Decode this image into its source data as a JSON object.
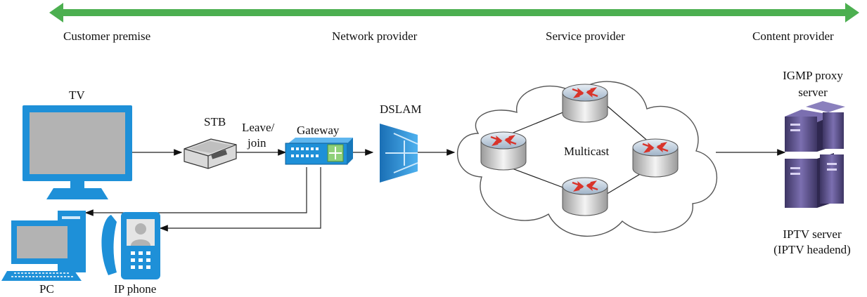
{
  "regions": {
    "customer": "Customer premise",
    "network": "Network provider",
    "service": "Service provider",
    "content": "Content provider"
  },
  "nodes": {
    "tv": "TV",
    "stb": "STB",
    "leave_join_1": "Leave/",
    "leave_join_2": "join",
    "gateway": "Gateway",
    "dslam": "DSLAM",
    "multicast": "Multicast",
    "igmp_1": "IGMP proxy",
    "igmp_2": "server",
    "iptv_1": "IPTV server",
    "iptv_2": "(IPTV headend)",
    "pc": "PC",
    "ip_phone": "IP phone"
  },
  "colors": {
    "arrow_green": "#4caf50",
    "device_blue": "#1e90d8",
    "screen_gray": "#b3b3b3",
    "router_red": "#d9342b",
    "server_purple": "#5b4e8c"
  },
  "icons": [
    "tv-icon",
    "stb-icon",
    "gateway-icon",
    "dslam-icon",
    "router-icon",
    "server-icon",
    "pc-icon",
    "ip-phone-icon",
    "cloud-icon"
  ]
}
